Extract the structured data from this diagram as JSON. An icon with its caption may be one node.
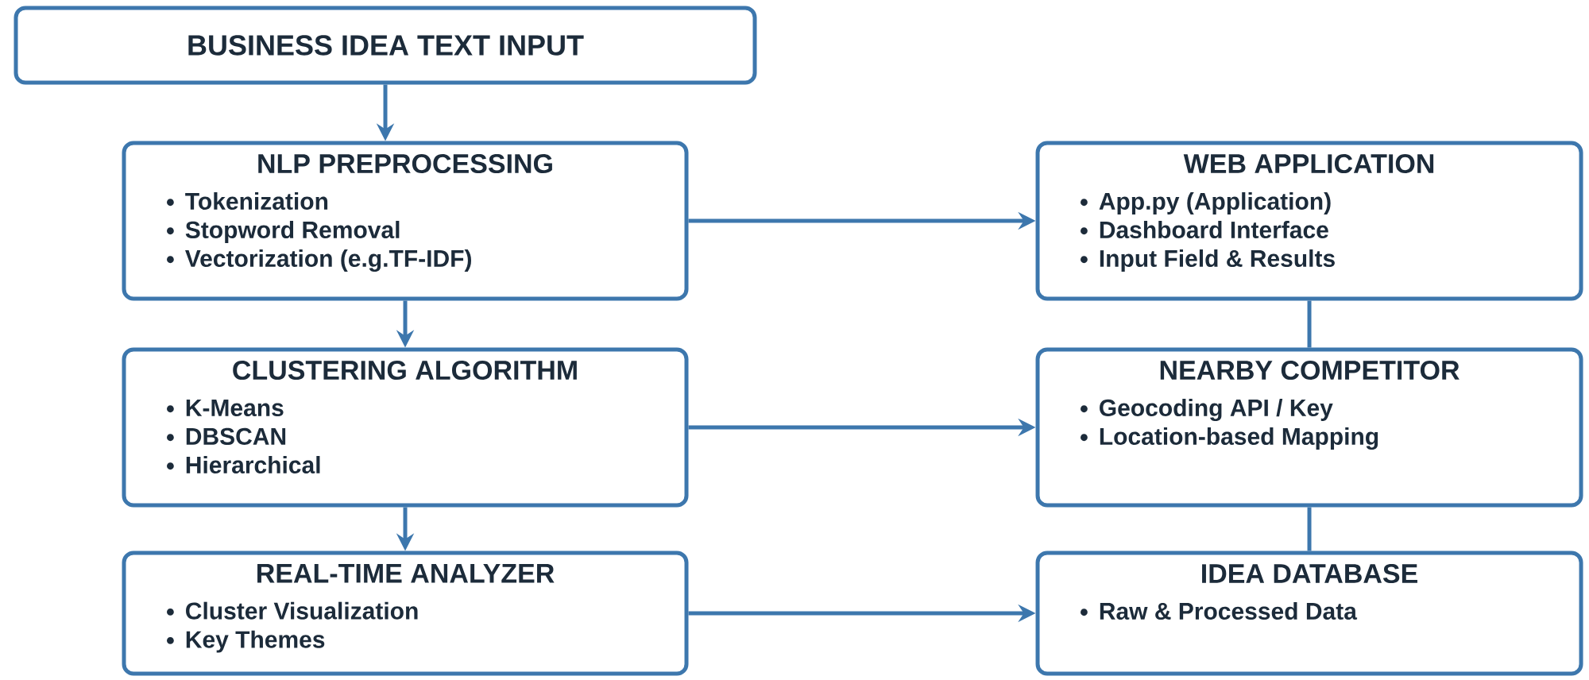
{
  "diagram": {
    "nodes": [
      {
        "text": [
          "BUSINESS IDEA TEXT INPUT"
        ]
      },
      {
        "text": [
          "NLP PREPROCESSING",
          "Tokenization",
          "Stopword Removal",
          "Vectorization (e.g.TF-IDF)"
        ]
      },
      {
        "text": [
          "WEB APPLICATION",
          "App.py (Application)",
          "Dashboard Interface",
          "Input Field & Results"
        ]
      },
      {
        "text": [
          "CLUSTERING ALGORITHM",
          "K-Means",
          "DBSCAN",
          "Hierarchical"
        ]
      },
      {
        "text": [
          "NEARBY COMPETITOR",
          "Geocoding API / Key",
          "Location-based Mapping"
        ]
      },
      {
        "text": [
          "REAL-TIME ANALYZER",
          "Cluster Visualization",
          "Key Themes"
        ]
      },
      {
        "text": [
          "IDEA DATABASE",
          "Raw & Processed Data"
        ]
      }
    ],
    "edges": [
      {
        "from": 0,
        "to": 1,
        "arrow": "to"
      },
      {
        "from": 1,
        "to": 3,
        "arrow": "to"
      },
      {
        "from": 3,
        "to": 5,
        "arrow": "to"
      },
      {
        "from": 1,
        "to": 2,
        "arrow": "to"
      },
      {
        "from": 3,
        "to": 4,
        "arrow": "to"
      },
      {
        "from": 5,
        "to": 6,
        "arrow": "to"
      },
      {
        "from": 2,
        "to": 4,
        "arrow": "none"
      },
      {
        "from": 4,
        "to": 6,
        "arrow": "none"
      }
    ]
  }
}
